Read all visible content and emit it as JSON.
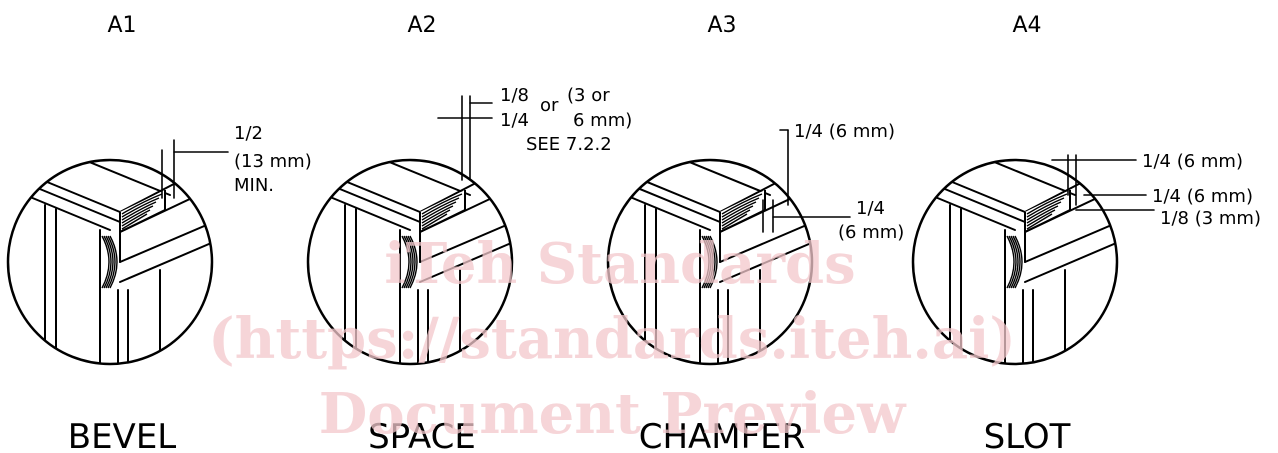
{
  "details": [
    {
      "code": "A1",
      "caption": "BEVEL",
      "dims": [
        "1/2",
        "(13 mm)",
        "MIN."
      ]
    },
    {
      "code": "A2",
      "caption": "SPACE",
      "dims": [
        "1/8",
        "or",
        "(3 or",
        "1/4",
        "6 mm)",
        "SEE 7.2.2"
      ]
    },
    {
      "code": "A3",
      "caption": "CHAMFER",
      "dims": [
        "1/4 (6 mm)",
        "1/4",
        "(6 mm)"
      ]
    },
    {
      "code": "A4",
      "caption": "SLOT",
      "dims": [
        "1/4 (6 mm)",
        "1/4 (6 mm)",
        "1/8 (3 mm)"
      ]
    }
  ],
  "watermark": [
    "iTeh Standards",
    "(https://standards.iteh.ai)",
    "Document Preview"
  ]
}
